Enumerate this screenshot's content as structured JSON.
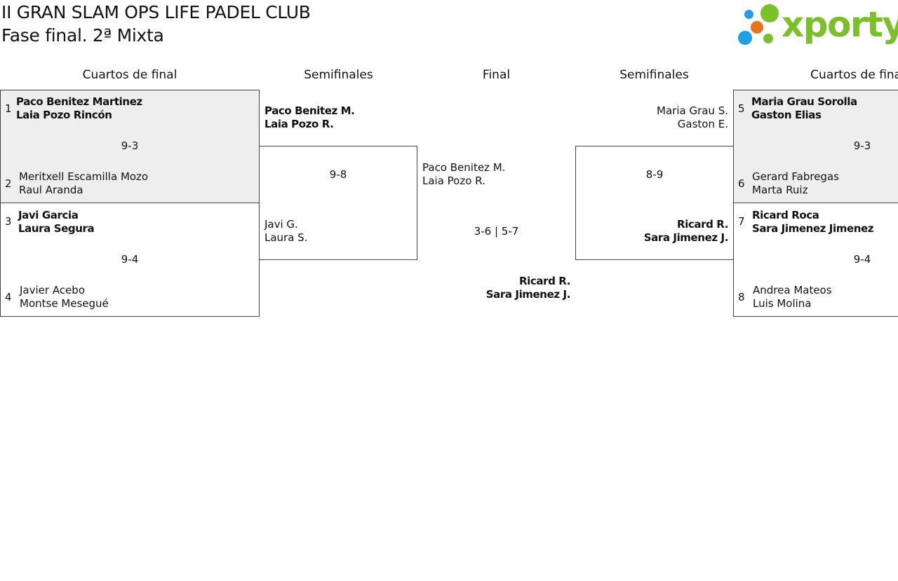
{
  "header": {
    "title": "II GRAN SLAM OPS LIFE PADEL CLUB",
    "subtitle": "Fase final. 2ª Mixta",
    "logo_text": "xporty",
    "logo_colors": {
      "blue": "#1fa0e3",
      "orange": "#e8741a",
      "green": "#7bbf2a"
    }
  },
  "columns": {
    "quarter_left": "Cuartos de final",
    "semi_left": "Semifinales",
    "final": "Final",
    "semi_right": "Semifinales",
    "quarter_right": "Cuartos de final"
  },
  "quarters_left": [
    {
      "top": {
        "seed": "1",
        "p1": "Paco Benitez Martinez",
        "p2": "Laia Pozo Rincón"
      },
      "score": "9-3",
      "bottom": {
        "seed": "2",
        "p1": "Meritxell Escamilla Mozo",
        "p2": "Raul Aranda"
      }
    },
    {
      "top": {
        "seed": "3",
        "p1": "Javi Garcia",
        "p2": "Laura Segura"
      },
      "score": "9-4",
      "bottom": {
        "seed": "4",
        "p1": "Javier Acebo",
        "p2": "Montse Mesegué"
      }
    }
  ],
  "semi_left": {
    "top": {
      "p1": "Paco Benitez M.",
      "p2": "Laia Pozo R."
    },
    "score": "9-8",
    "bottom": {
      "p1": "Javi G.",
      "p2": "Laura S."
    }
  },
  "final": {
    "top": {
      "p1": "Paco Benitez M.",
      "p2": "Laia Pozo R."
    },
    "score": "3-6 | 5-7",
    "bottom": {
      "p1": "Ricard R.",
      "p2": "Sara Jimenez J."
    }
  },
  "semi_right": {
    "top": {
      "p1": "Maria Grau S.",
      "p2": "Gaston E."
    },
    "score": "8-9",
    "bottom": {
      "p1": "Ricard R.",
      "p2": "Sara Jimenez J."
    }
  },
  "quarters_right": [
    {
      "top": {
        "seed": "5",
        "p1": "Maria Grau Sorolla",
        "p2": "Gaston Elias"
      },
      "score": "9-3",
      "bottom": {
        "seed": "6",
        "p1": "Gerard Fabregas",
        "p2": "Marta Ruiz"
      }
    },
    {
      "top": {
        "seed": "7",
        "p1": "Ricard Roca",
        "p2": "Sara Jimenez Jimenez"
      },
      "score": "9-4",
      "bottom": {
        "seed": "8",
        "p1": "Andrea Mateos",
        "p2": "Luis Molina"
      }
    }
  ]
}
